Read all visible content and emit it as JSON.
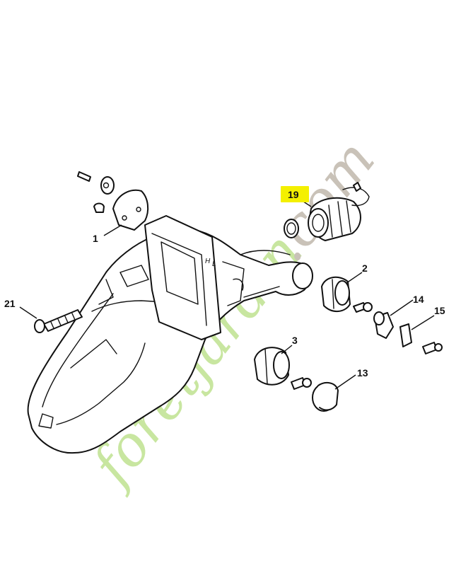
{
  "watermark": {
    "text_part1": "foret",
    "text_part2": "jardin",
    "text_part3": ".com",
    "color_green": "#c8e6a0",
    "color_orange": "#f7c98a",
    "color_gray": "#c9c2b8"
  },
  "callouts": [
    {
      "id": "1",
      "label": "1"
    },
    {
      "id": "2",
      "label": "2"
    },
    {
      "id": "3",
      "label": "3"
    },
    {
      "id": "13",
      "label": "13"
    },
    {
      "id": "14",
      "label": "14"
    },
    {
      "id": "15",
      "label": "15"
    },
    {
      "id": "19",
      "label": "19",
      "highlighted": true
    },
    {
      "id": "21",
      "label": "21"
    }
  ],
  "highlight_color": "#f4f000",
  "housing_letters": {
    "left": "H",
    "right": "L"
  }
}
